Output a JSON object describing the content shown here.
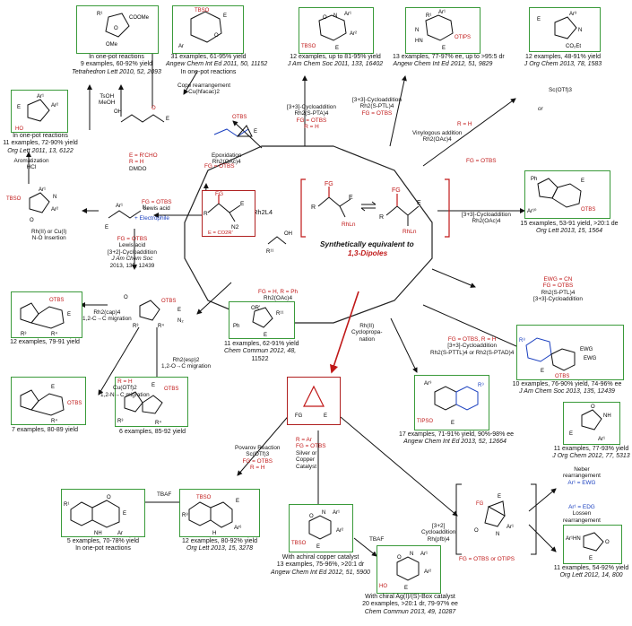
{
  "center": {
    "catalyst": "Rh2L4",
    "title_line1": "Synthetically equivalent to",
    "title_line2": "1,3-Dipoles",
    "e_def": "E = CO2R'",
    "fg": "FG",
    "e": "E",
    "r": "R",
    "n2": "N2",
    "rhln": "RhLn"
  },
  "captions": {
    "top_left": [
      "In one-pot reactions",
      "9 examples, 60-92% yield",
      "Tetrahedron Lett 2010, 52, 2093"
    ],
    "top_mid_left": [
      "31 examples, 61-95% yield",
      "Angew Chem Int Ed 2011, 50, 11152",
      "In one-pot reactions"
    ],
    "top_mid": [
      "12 examples, up to 81-95% yield",
      "J Am Chem Soc 2011, 133, 16402"
    ],
    "top_mid_right": [
      "13 examples, 77-97% ee, up to >95:5 dr",
      "Angew Chem Int Ed 2012, 51, 9829"
    ],
    "top_right": [
      "12 examples, 48-91% yield",
      "J Org Chem 2013, 78, 1583"
    ],
    "left_upper": [
      "In one-pot reactions",
      "11 examples, 72-90% yield",
      "Org Lett 2011, 13, 6122"
    ],
    "right_mid": [
      "15 examples, 53-91 yield, >20:1 de",
      "Org Lett 2013, 15, 1564"
    ],
    "left_mid": [
      "12 examples, 79-91 yield"
    ],
    "center_left": [
      "11 examples, 62-91% yield",
      "Chem Commun 2012, 48,",
      "11522"
    ],
    "right_lower": [
      "10 examples, 76-90% yield, 74-96% ee",
      "J Am Chem Soc 2013, 135, 12439"
    ],
    "bottom_left_a": [
      "7 examples, 80-89 yield"
    ],
    "bottom_left_b": [
      "6 examples, 85-92 yield"
    ],
    "bottom_center_right": [
      "17 examples, 71-91% yield, 90%-98% ee",
      "Angew Chem Int Ed 2013, 52, 12664"
    ],
    "right_bottom_1": [
      "11 examples, 77-93% yield",
      "J Org Chem 2012, 77, 5313"
    ],
    "bottom_left_c": [
      "5 examples, 70-78% yield",
      "In one-pot reactions"
    ],
    "bottom_left_d": [
      "12 examples, 80-92% yield",
      "Org Lett 2013, 15, 3278"
    ],
    "bottom_center": [
      "With achiral copper catalyst",
      "13 examples, 75-96%, >20:1 dr",
      "Angew Chem Int Ed 2012, 51, 5900"
    ],
    "bottom_center_b": [
      "With chiral Ag(I)/(S)-Box catalyst",
      "20 examples, >20:1 dr, 79-97% ee",
      "Chem Commun 2013, 49, 10287"
    ],
    "right_bottom_2": [
      "11 examples, 54-92% yield",
      "Org Lett 2012, 14, 800"
    ]
  },
  "labels": {
    "tsoh": "TsOH",
    "meoh": "MeOH",
    "cope": [
      "Cope rearrangement",
      "Cu(hfacac)2"
    ],
    "aromatization": [
      "Aromatization",
      "HCl"
    ],
    "epoxidation": [
      "Epoxidation",
      "Rh2(OAc)4"
    ],
    "fg_otbs": "FG = OTBS",
    "e_r_cho": "E = R'CHO",
    "r_h": "R = H",
    "dmdo": "DMDO",
    "rh_cu": [
      "Rh(II) or Cu(I)",
      "N-O Insertion"
    ],
    "lewis_acid": [
      "FG = OTBS",
      "Lewis acid"
    ],
    "electrophile": "+ Electrophile",
    "cyclo32_a": [
      "[3+3]-Cycloaddition",
      "Rh2(S-PTA)4",
      "FG = OTBS",
      "R = H"
    ],
    "cyclo33_b": [
      "[3+3]-Cycloaddition",
      "Rh2(S-PTL)4",
      "FG = OTBS"
    ],
    "vinylogous": [
      "Vinylogous addition",
      "Rh2(OAc)4"
    ],
    "r_h_2": "R = H",
    "fg_otbs_2": "FG = OTBS",
    "sc_otf": "Sc(OTf)3",
    "or": "or",
    "cyclo32_b": [
      "FG = OTBS",
      "Lewis acid",
      "[3+2]-Cycloaddition",
      "J Am Chem Soc",
      "2013, 135, 12439"
    ],
    "cyclo33_c": [
      "[3+3]-Cycloaddition",
      "Rh2(OAc)4"
    ],
    "ewg_cn": [
      "EWG = CN",
      "FG = OTBS",
      "Rh2(S-PTL)4",
      "[3+3]-Cycloaddition"
    ],
    "rh_cap": [
      "Rh2(cap)4",
      "1,2-C→C migration"
    ],
    "rh_esp": [
      "Rh2(esp)2",
      "1,2-O→C migration"
    ],
    "cu_otf": [
      "R = H",
      "Cu(OTf)2",
      "1,2-N→C migration"
    ],
    "fg_h": [
      "FG = H, R = Ph",
      "Rh2(OAc)4"
    ],
    "rh_ii": [
      "Rh(II)",
      "Cyclopropa-",
      "nation"
    ],
    "fg_otbs_r_h": [
      "FG = OTBS, R = H",
      "[3+3]-Cycloaddition",
      "Rh2(S-PTTL)4 or Rh2(S-PTAD)4"
    ],
    "povarov": [
      "Povarov Reaction",
      "Sc(OTf)3",
      "FG = OTBS",
      "R = H"
    ],
    "r_ar": [
      "R = Ar",
      "FG = OTBS",
      "Silver or",
      "Copper",
      "Catalyst"
    ],
    "tbaf": "TBAF",
    "tbaf2": "TBAF",
    "cyclo32_c": [
      "[3+2]",
      "Cycloaddition",
      "Rh(pfb)4"
    ],
    "fg_otbs_otips": "FG = OTBS or OTIPS",
    "neber": [
      "Neber",
      "rearrangement",
      "Ar¹ = EWG"
    ],
    "lossen": [
      "Ar¹ = EDG",
      "Lossen",
      "rearrangement"
    ]
  },
  "colors": {
    "green": "#3a9a3a",
    "red": "#c01818",
    "blue": "#1a3fbf",
    "black": "#111111"
  }
}
